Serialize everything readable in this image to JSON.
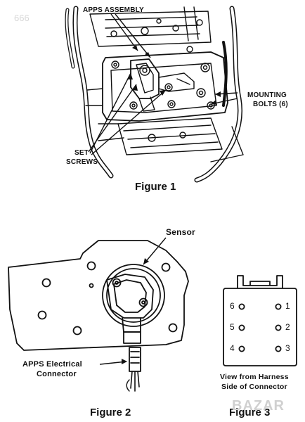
{
  "watermark": {
    "corner_number": "666",
    "brand": "BAZAR"
  },
  "figure1": {
    "caption": "Figure 1",
    "labels": {
      "apps_assembly": "APPS ASSEMBLY",
      "mounting_bolts_line1": "MOUNTING",
      "mounting_bolts_line2": "BOLTS (6)",
      "set_screws_line1": "SET",
      "set_screws_line2": "SCREWS"
    }
  },
  "figure2": {
    "caption": "Figure 2",
    "labels": {
      "sensor": "Sensor",
      "apps_connector_line1": "APPS Electrical",
      "apps_connector_line2": "Connector"
    }
  },
  "figure3": {
    "caption": "Figure 3",
    "pins": [
      "1",
      "2",
      "3",
      "4",
      "5",
      "6"
    ],
    "note_line1": "View from Harness",
    "note_line2": "Side of Connector"
  },
  "colors": {
    "ink": "#111111",
    "paper": "#ffffff",
    "watermark": "#d0d0d0"
  }
}
